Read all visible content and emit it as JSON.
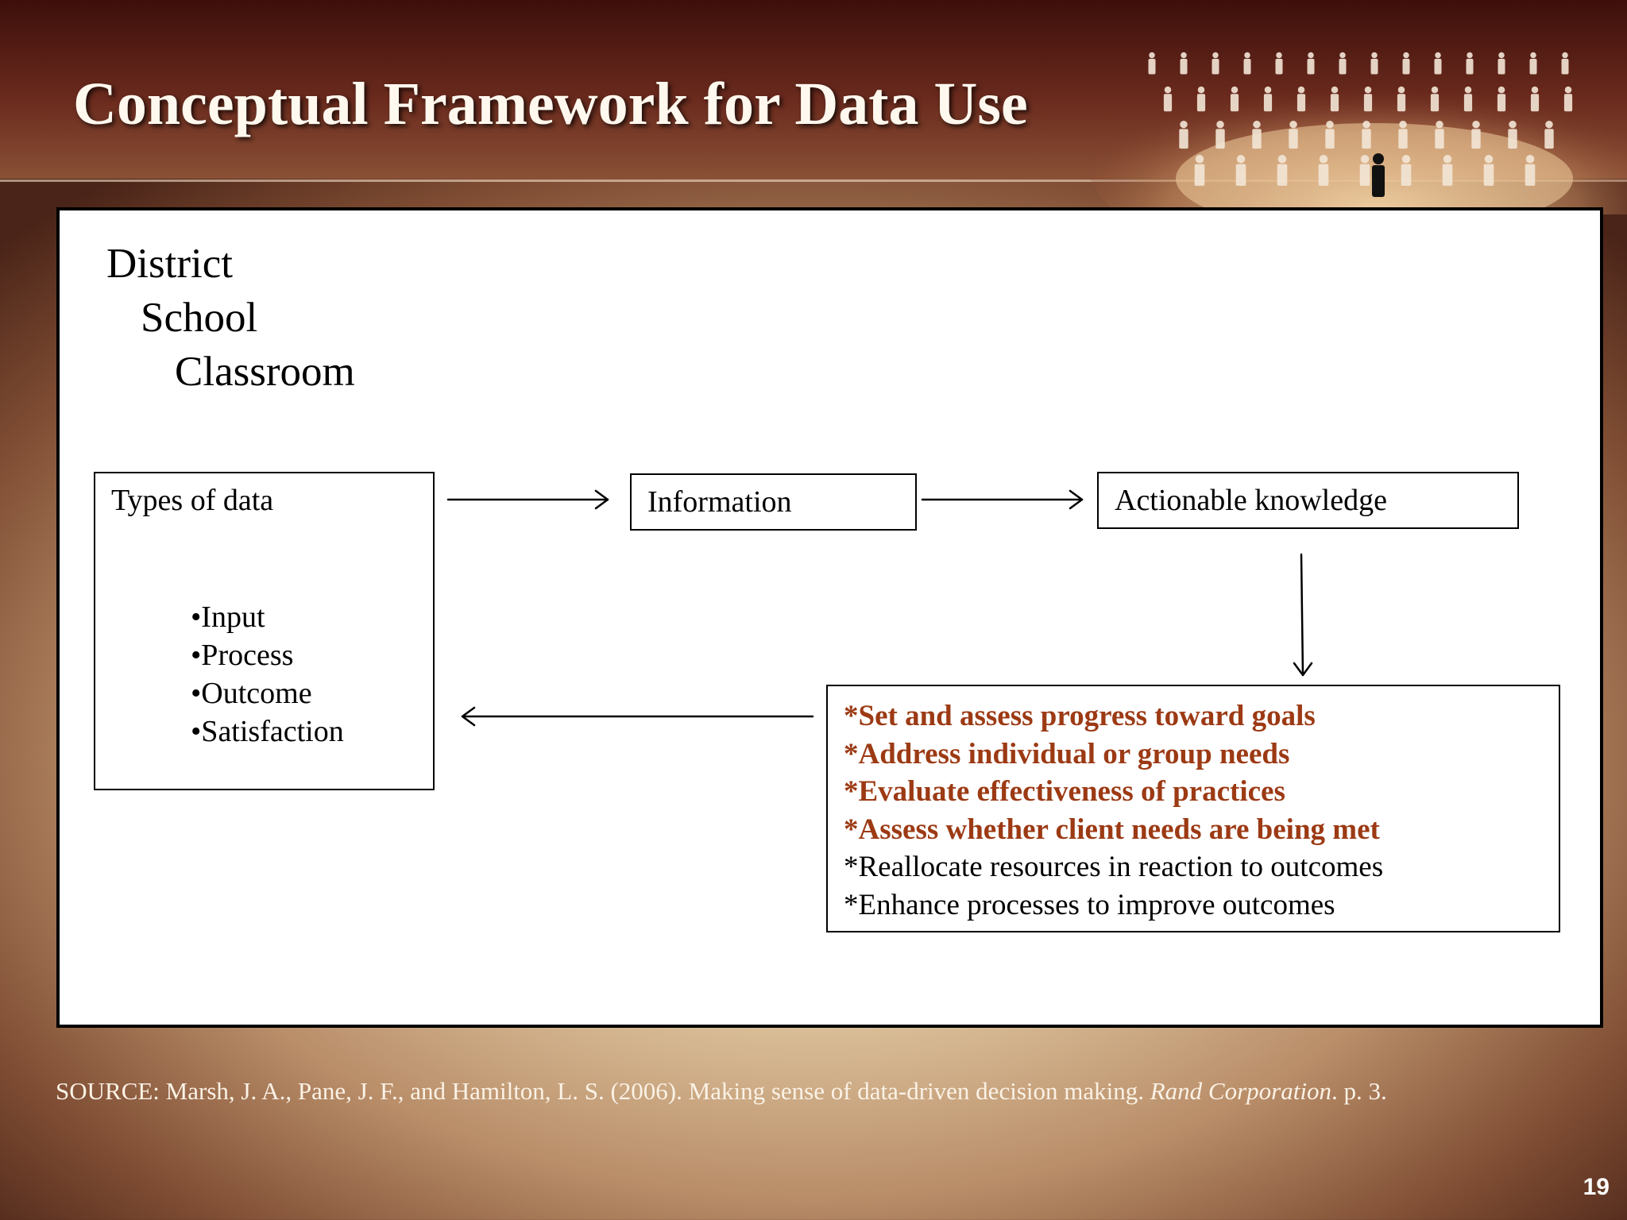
{
  "slide": {
    "title": "Conceptual Framework for Data Use",
    "page_number": "19"
  },
  "levels": [
    "District",
    "School",
    "Classroom"
  ],
  "boxes": {
    "types_of_data": {
      "label": "Types of data",
      "items": [
        "•Input",
        "•Process",
        "•Outcome",
        "•Satisfaction"
      ]
    },
    "information": {
      "label": "Information"
    },
    "actionable_knowledge": {
      "label": "Actionable knowledge"
    },
    "actions": {
      "items": [
        {
          "text": "*Set and assess progress toward goals",
          "emphasis": true
        },
        {
          "text": "*Address individual or group needs",
          "emphasis": true
        },
        {
          "text": "*Evaluate effectiveness of practices",
          "emphasis": true
        },
        {
          "text": "*Assess whether client needs are being met",
          "emphasis": true
        },
        {
          "text": "*Reallocate resources in reaction to outcomes",
          "emphasis": false
        },
        {
          "text": "*Enhance processes to improve outcomes",
          "emphasis": false
        }
      ]
    }
  },
  "source": {
    "prefix": "SOURCE:  Marsh, J. A., Pane, J. F., and Hamilton, L. S. (2006).   Making sense of data-driven decision making.  ",
    "journal": "Rand Corporation",
    "suffix": ".  p. 3."
  },
  "colors": {
    "emphasis_text": "#9c3a14",
    "title_text": "#fff8ee"
  }
}
